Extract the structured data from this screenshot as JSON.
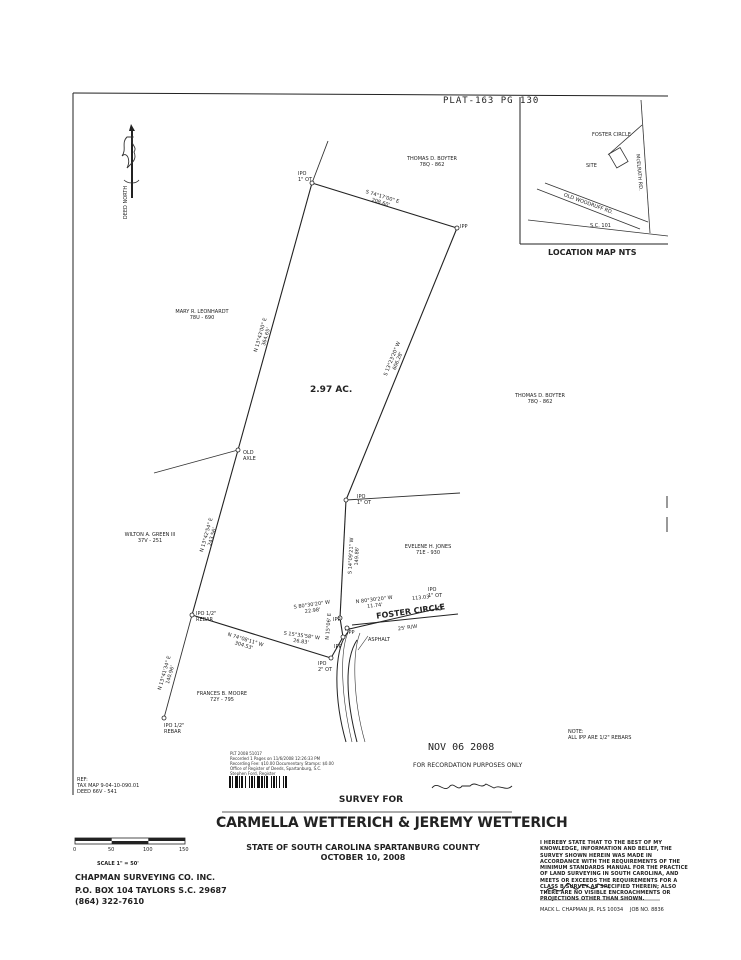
{
  "sheet": {
    "plat_number": "PLAT-163 PG 130",
    "area_label": "2.97 AC."
  },
  "location_map": {
    "title": "LOCATION MAP NTS",
    "labels": {
      "foster_circle": "FOSTER CIRCLE",
      "site": "SITE",
      "mcelrath": "McELRATH RD.",
      "old_woodruff": "OLD WOODRUFF RD.",
      "sc101": "S.C. 101"
    }
  },
  "north_arrow": {
    "label": "DEED NORTH"
  },
  "owners": [
    {
      "name": "THOMAS D. BOYTER",
      "ref": "78Q - 862"
    },
    {
      "name": "MARY R. LEONHARDT",
      "ref": "78U - 690"
    },
    {
      "name": "THOMAS D. BOYTER",
      "ref": "78Q - 862"
    },
    {
      "name": "WILTON A. GREEN III",
      "ref": "37V - 251"
    },
    {
      "name": "EVELENE H. JONES",
      "ref": "71E - 930"
    },
    {
      "name": "FRANCES B. MOORE",
      "ref": "72Y - 795"
    }
  ],
  "monuments": {
    "ipo_top": "IPO\n1\" OT",
    "ipp_top": "IPP",
    "old_axle": "OLD\nAXLE",
    "ipo_mid": "IPO\n1\" OT",
    "ipo_rebar_left": "IPO 1/2\"\nREBAR",
    "ipo_rebar_bottom": "IPO 1/2\"\nREBAR",
    "ipo_road": "IPO\n1\" OT",
    "ipo_2ot": "IPO\n2\" OT",
    "ipp_a": "IPP",
    "ipp_b": "IPP",
    "ipp_c": "IPP"
  },
  "bearings": {
    "top": "S 74°17'00\" E\n208.60'",
    "east": "S 13°23'20\" W\n606.28'",
    "west_upper": "N 13°43'00\" E\n364.65'",
    "west_mid": "N 13°42'54\" E\n243.56'",
    "west_low": "N 13°41'34\" E\n140.96'",
    "south_mid": "N 74°08'11\" W\n304.53'",
    "s15": "S 15°35'58\" W\n26.83'",
    "jones_east": "S 14°09'21\" W\n149.86'",
    "n80": "N 80°30'20\" W\n11.74'",
    "s80": "S 80°30'20\" W\n22.98'",
    "right_road": "113.03'",
    "short": "N 15°06' E"
  },
  "road": {
    "name": "FOSTER CIRCLE",
    "rw": "25' R/W",
    "asphalt": "ASPHALT"
  },
  "stamp": {
    "date": "NOV 06 2008",
    "recording_note": "FOR RECORDATION PURPOSES ONLY",
    "filing_lines": [
      "PLT 2008 51017",
      "Recorded 1 Pages on 11/6/2008 12:26:33 PM",
      "Recording Fee: $10.00 Documentary Stamps: $0.00",
      "Office of Register of Deeds, Spartanburg, S.C.",
      "Stephen Ford, Register"
    ]
  },
  "reference": {
    "lines": [
      "REF:",
      "TAX MAP 9-04-10-090.01",
      "DEED 66V - 541"
    ]
  },
  "title_block": {
    "survey_for": "SURVEY FOR",
    "client": "CARMELLA WETTERICH & JEREMY WETTERICH",
    "state_county": "STATE OF SOUTH CAROLINA   SPARTANBURG COUNTY",
    "date": "OCTOBER 10, 2008"
  },
  "note": {
    "lines": [
      "NOTE:",
      "ALL IPP ARE 1/2\" REBARS"
    ]
  },
  "scale": {
    "ticks": [
      "0",
      "50",
      "100",
      "150"
    ],
    "label": "SCALE 1\" = 50'"
  },
  "company": {
    "name": "CHAPMAN SURVEYING CO. INC.",
    "address": "P.O. BOX 104 TAYLORS S.C. 29687",
    "phone": "(864) 322-7610"
  },
  "certification": {
    "text": "I HEREBY STATE THAT TO THE BEST OF MY KNOWLEDGE, INFORMATION AND BELIEF, THE SURVEY SHOWN HEREIN WAS MADE IN ACCORDANCE WITH THE REQUIREMENTS OF THE MINIMUM STANDARDS MANUAL FOR THE PRACTICE OF LAND SURVEYING IN SOUTH CAROLINA, AND MEETS OR EXCEEDS THE REQUIREMENTS FOR A CLASS B SURVEY AS SPECIFIED THEREIN; ALSO THERE ARE NO VISIBLE ENCROACHMENTS OR PROJECTIONS OTHER THAN SHOWN.",
    "surveyor": "MACK L. CHAPMAN JR. PLS 10034",
    "job": "JOB NO. 8836"
  }
}
